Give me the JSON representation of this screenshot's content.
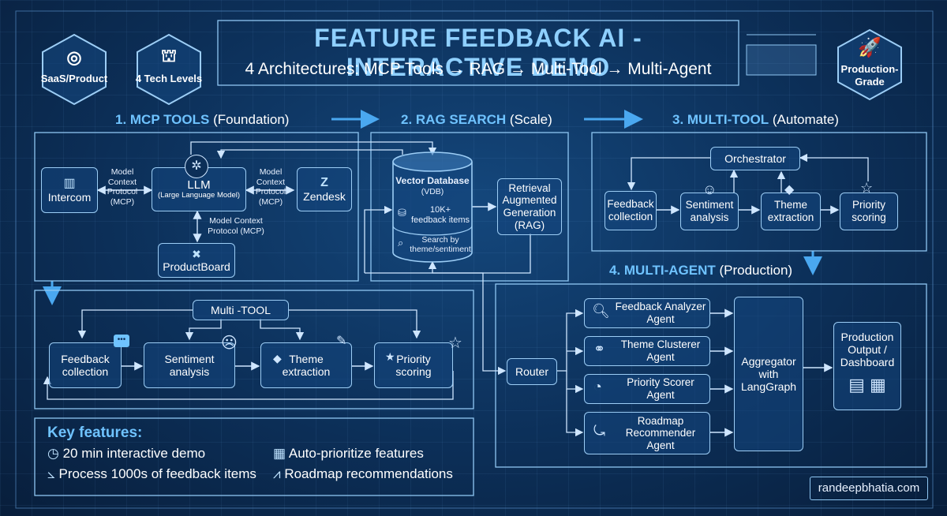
{
  "header": {
    "title": "FEATURE FEEDBACK AI - INTERACTIVE DEMO",
    "subtitle": "4 Architectures: MCP Tools → RAG → Multi-Tool → Multi-Agent"
  },
  "badges": {
    "left1": "SaaS/Product",
    "left2": "4 Tech Levels",
    "right1": "Production-",
    "right2": "Grade"
  },
  "sections": {
    "s1_title": "1. MCP TOOLS",
    "s1_sub": "(Foundation)",
    "s2_title": "2. RAG SEARCH",
    "s2_sub": "(Scale)",
    "s3_title": "3. MULTI-TOOL",
    "s3_sub": "(Automate)",
    "s4_title": "4. MULTI-AGENT",
    "s4_sub": "(Production)"
  },
  "mcp": {
    "intercom": "Intercom",
    "llm": "LLM",
    "llm_sub": "(Large Language Model)",
    "zendesk": "Zendesk",
    "productboard": "ProductBoard",
    "proto_left": "Model\nContext\nProtocol\n(MCP)",
    "proto_right": "Model\nContext\nProtocol\n(MCP)",
    "proto_down": "Model Context\nProtocol (MCP)"
  },
  "rag": {
    "db_title": "Vector Database",
    "db_sub": "(VDB)",
    "items": "10K+\nfeedback items",
    "search": "Search by\ntheme/sentiment",
    "rag_box": "Retrieval\nAugmented\nGeneration\n(RAG)"
  },
  "multitool": {
    "orchestrator": "Orchestrator",
    "feedback": "Feedback\ncollection",
    "sentiment": "Sentiment\nanalysis",
    "theme": "Theme\nextraction",
    "priority": "Priority\nscoring"
  },
  "lower": {
    "multitool_label": "Multi -TOOL",
    "feedback": "Feedback\ncollection",
    "sentiment": "Sentiment\nanalysis",
    "theme": "Theme\nextraction",
    "priority": "Priority\nscoring"
  },
  "agents": {
    "router": "Router",
    "a1": "Feedback Analyzer\nAgent",
    "a2": "Theme Clusterer\nAgent",
    "a3": "Priority Scorer\nAgent",
    "a4": "Roadmap\nRecommender\nAgent",
    "aggregator": "Aggregator\nwith\nLangGraph",
    "output": "Production\nOutput /\nDashboard"
  },
  "features": {
    "heading": "Key features:",
    "f1": "20 min interactive demo",
    "f2": "Process 1000s of feedback items",
    "f3": "Auto-prioritize features",
    "f4": "Roadmap recommendations"
  },
  "footer": {
    "site": "randeepbhatia.com"
  },
  "colors": {
    "accent": "#6fc3ff",
    "line": "#9ccdf5",
    "bg": "#0c2f58"
  },
  "icons": [
    "target-icon",
    "crane-icon",
    "rocket-icon",
    "openai-icon",
    "zendesk-icon",
    "productboard-icon",
    "chat-icon",
    "sad-face-icon",
    "pencil-icon",
    "star-icon",
    "tag-icon",
    "smile-icon",
    "clock-icon",
    "chart-icon",
    "grid-icon",
    "road-icon",
    "magnifier-icon",
    "network-icon",
    "gauge-icon",
    "route-icon",
    "dashboard-icon"
  ]
}
